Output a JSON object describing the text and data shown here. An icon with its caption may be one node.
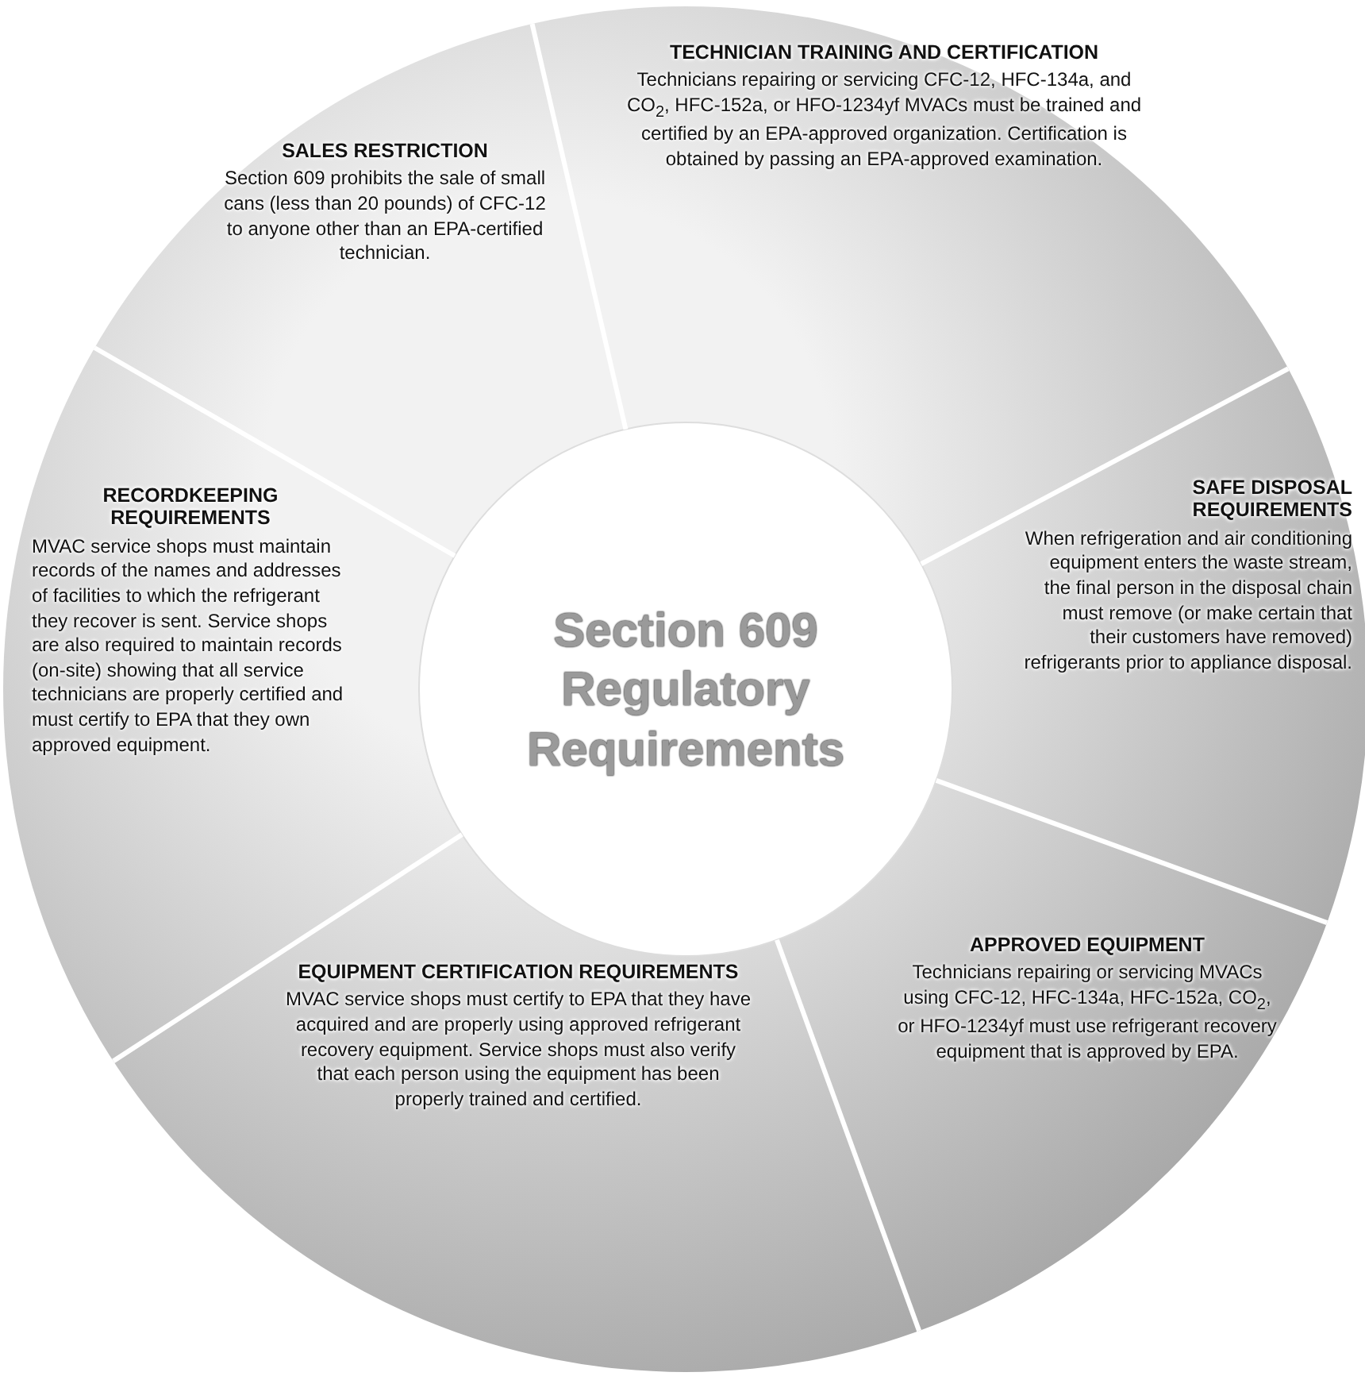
{
  "diagram": {
    "nodes": [
      {
        "text": [
          "Section 609 Regulatory Requirements"
        ]
      },
      {
        "text": [
          "SALES RESTRICTION",
          "Section 609 prohibits the sale of small cans (less than 20 pounds) of CFC-12 to anyone other than an EPA-certified technician."
        ]
      },
      {
        "text": [
          "TECHNICIAN TRAINING AND CERTIFICATION",
          "Technicians repairing or servicing CFC-12, HFC-134a, and CO$_{2}$, HFC-152a, or HFO-1234yf MVACs must be trained and certified by an EPA-approved organization. Certification is obtained by passing an EPA-approved examination."
        ]
      },
      {
        "text": [
          "SAFE DISPOSAL REQUIREMENTS",
          "When refrigeration and air conditioning equipment enters the waste stream, the final person in the disposal chain must remove (or make certain that their customers have removed) refrigerants prior to appliance disposal."
        ]
      },
      {
        "text": [
          "APPROVED EQUIPMENT",
          "Technicians repairing or servicing MVACs using CFC-12, HFC-134a, HFC-152a, CO$_{2}$, or HFO-1234yf must use refrigerant recovery equipment that is approved by EPA."
        ]
      },
      {
        "text": [
          "EQUIPMENT CERTIFICATION REQUIREMENTS",
          "MVAC service shops must certify to EPA that they have acquired and are properly using approved refrigerant recovery equipment. Service shops must also verify that each person using the equipment has been properly trained and certified."
        ]
      },
      {
        "text": [
          "RECORDKEEPING REQUIREMENTS",
          "MVAC service shops must maintain records of the names and addresses of facilities to which the refrigerant they recover is sent. Service shops are also required to maintain records (on-site) showing that all service technicians are properly certified and must certify to EPA that they own approved equipment."
        ]
      }
    ]
  }
}
